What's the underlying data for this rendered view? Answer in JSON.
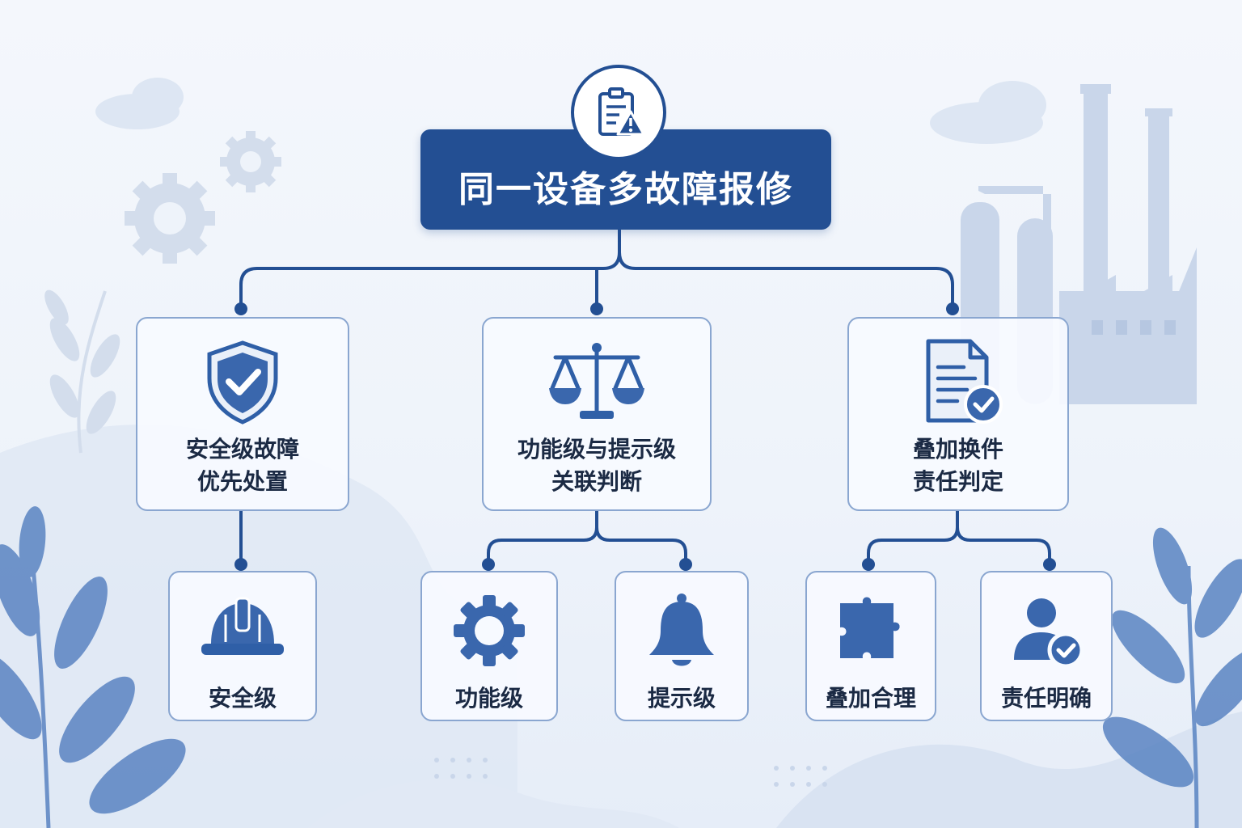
{
  "title": "同一设备多故障报修",
  "icons": {
    "title": "clipboard-warning-icon",
    "safety": "shield-check-icon",
    "function_prompt": "balance-scale-icon",
    "stacked": "document-check-icon",
    "safety_level": "hard-hat-icon",
    "function_level": "gear-icon",
    "prompt_level": "bell-icon",
    "reasonable": "puzzle-icon",
    "responsibility": "user-check-icon"
  },
  "branches": [
    {
      "line1": "安全级故障",
      "line2": "优先处置",
      "children": [
        {
          "label": "安全级"
        }
      ]
    },
    {
      "line1": "功能级与提示级",
      "line2": "关联判断",
      "children": [
        {
          "label": "功能级"
        },
        {
          "label": "提示级"
        }
      ]
    },
    {
      "line1": "叠加换件",
      "line2": "责任判定",
      "children": [
        {
          "label": "叠加合理"
        },
        {
          "label": "责任明确"
        }
      ]
    }
  ],
  "colors": {
    "primary": "#234f93",
    "card_border": "#8aa6d0",
    "icon": "#3a67ad",
    "background": "#eef3fa"
  }
}
